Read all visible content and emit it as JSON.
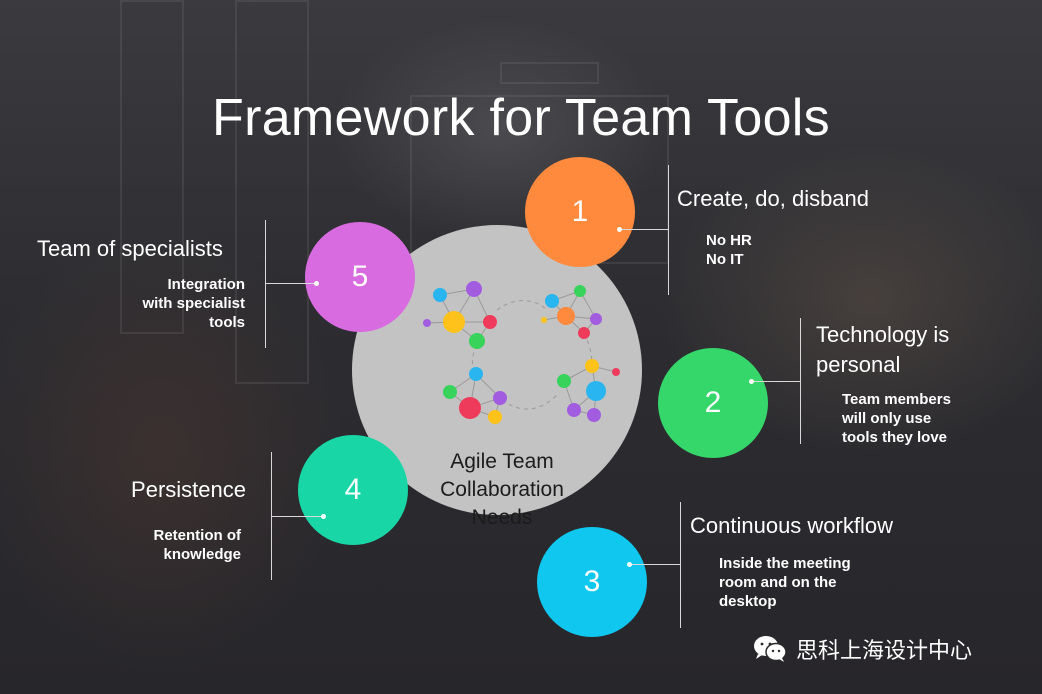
{
  "title": "Framework for Team Tools",
  "hub": {
    "label_lines": [
      "Agile Team",
      "Collaboration",
      "Needs"
    ]
  },
  "pillars": [
    {
      "number": "1",
      "heading": "Create, do, disband",
      "details": [
        "No HR",
        "No IT"
      ],
      "color": "#ff8a3d"
    },
    {
      "number": "2",
      "heading": [
        "Technology is",
        "personal"
      ],
      "details": [
        "Team members",
        "will only use",
        "tools they love"
      ],
      "color": "#35d66a"
    },
    {
      "number": "3",
      "heading": "Continuous workflow",
      "details": [
        "Inside the meeting",
        "room and on the",
        "desktop"
      ],
      "color": "#10c8ef"
    },
    {
      "number": "4",
      "heading": "Persistence",
      "details": [
        "Retention of",
        "knowledge"
      ],
      "color": "#19d6a6"
    },
    {
      "number": "5",
      "heading": "Team of specialists",
      "details": [
        "Integration",
        "with specialist",
        "tools"
      ],
      "color": "#d86be0"
    }
  ],
  "brand": {
    "name": "思科上海设计中心",
    "icon": "wechat-icon"
  }
}
